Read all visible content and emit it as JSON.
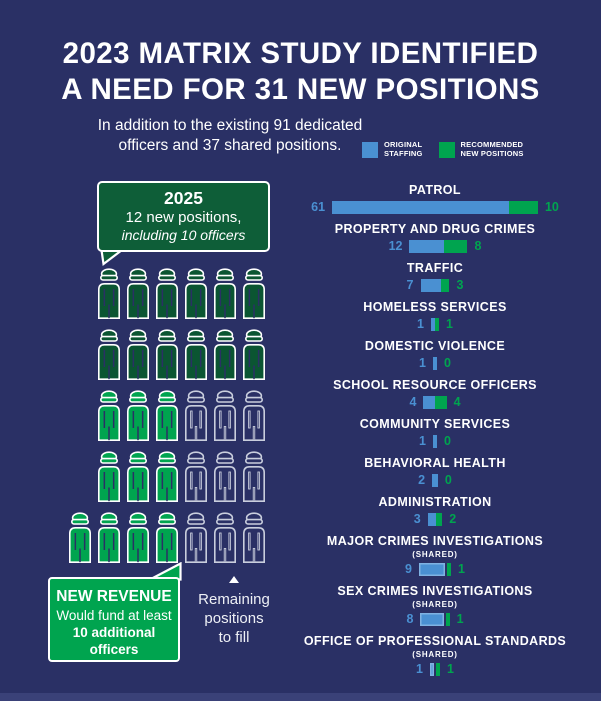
{
  "title": {
    "line1": "2023 MATRIX STUDY IDENTIFIED",
    "line2": "A NEED FOR 31 NEW POSITIONS"
  },
  "subtitle": {
    "line1": "In addition to the existing 91 dedicated",
    "line2": "officers and 37 shared positions."
  },
  "legend": [
    {
      "line1": "ORIGINAL",
      "line2": "STAFFING",
      "color": "#4a90d2"
    },
    {
      "line1": "RECOMMENDED",
      "line2": "NEW POSITIONS",
      "color": "#00a44f"
    }
  ],
  "speech_bubble": {
    "year": "2025",
    "line1": "12 new positions,",
    "line2": "including 10 officers"
  },
  "new_revenue": {
    "title": "NEW REVENUE",
    "line1": "Would fund at least",
    "line2": "10 additional officers"
  },
  "remaining_note": {
    "line1": "Remaining",
    "line2": "positions",
    "line3": "to fill"
  },
  "officer_grid": {
    "legend_meaning": {
      "dark": "2025 new positions (12)",
      "bright": "new-revenue funded officers (10)",
      "outline": "remaining positions to fill (9)"
    },
    "rows": [
      {
        "icons": [
          "dark",
          "dark",
          "dark",
          "dark",
          "dark",
          "dark"
        ],
        "offset": false
      },
      {
        "icons": [
          "dark",
          "dark",
          "dark",
          "dark",
          "dark",
          "dark"
        ],
        "offset": false
      },
      {
        "icons": [
          "bright",
          "bright",
          "bright",
          "outline",
          "outline",
          "outline"
        ],
        "offset": false
      },
      {
        "icons": [
          "bright",
          "bright",
          "bright",
          "outline",
          "outline",
          "outline"
        ],
        "offset": false
      },
      {
        "icons": [
          "bright",
          "bright",
          "bright",
          "bright",
          "outline",
          "outline",
          "outline"
        ],
        "offset": true
      }
    ]
  },
  "chart_data": {
    "type": "bar",
    "orientation": "horizontal",
    "stacked": true,
    "legend_position": "top-right",
    "series_names": [
      "ORIGINAL STAFFING",
      "RECOMMENDED NEW POSITIONS"
    ],
    "shared_tag": "(SHARED)",
    "rows": [
      {
        "label": "PATROL",
        "shared": false,
        "original": 61,
        "recommended": 10
      },
      {
        "label": "PROPERTY AND DRUG CRIMES",
        "shared": false,
        "original": 12,
        "recommended": 8
      },
      {
        "label": "TRAFFIC",
        "shared": false,
        "original": 7,
        "recommended": 3
      },
      {
        "label": "HOMELESS SERVICES",
        "shared": false,
        "original": 1,
        "recommended": 1
      },
      {
        "label": "DOMESTIC VIOLENCE",
        "shared": false,
        "original": 1,
        "recommended": 0
      },
      {
        "label": "SCHOOL RESOURCE OFFICERS",
        "shared": false,
        "original": 4,
        "recommended": 4
      },
      {
        "label": "COMMUNITY SERVICES",
        "shared": false,
        "original": 1,
        "recommended": 0
      },
      {
        "label": "BEHAVIORAL HEALTH",
        "shared": false,
        "original": 2,
        "recommended": 0
      },
      {
        "label": "ADMINISTRATION",
        "shared": false,
        "original": 3,
        "recommended": 2
      },
      {
        "label": "MAJOR CRIMES INVESTIGATIONS",
        "shared": true,
        "original": 9,
        "recommended": 1
      },
      {
        "label": "SEX CRIMES INVESTIGATIONS",
        "shared": true,
        "original": 8,
        "recommended": 1
      },
      {
        "label": "OFFICE OF PROFESSIONAL STANDARDS",
        "shared": true,
        "original": 1,
        "recommended": 1
      }
    ]
  },
  "colors": {
    "background": "#2a3065",
    "original_staffing_blue": "#4a90d2",
    "recommended_green": "#00a44f",
    "dark_green_icons": "#0b5532",
    "bubble_green": "#0e5e38",
    "outline_icon_stroke": "#c9cedd"
  }
}
